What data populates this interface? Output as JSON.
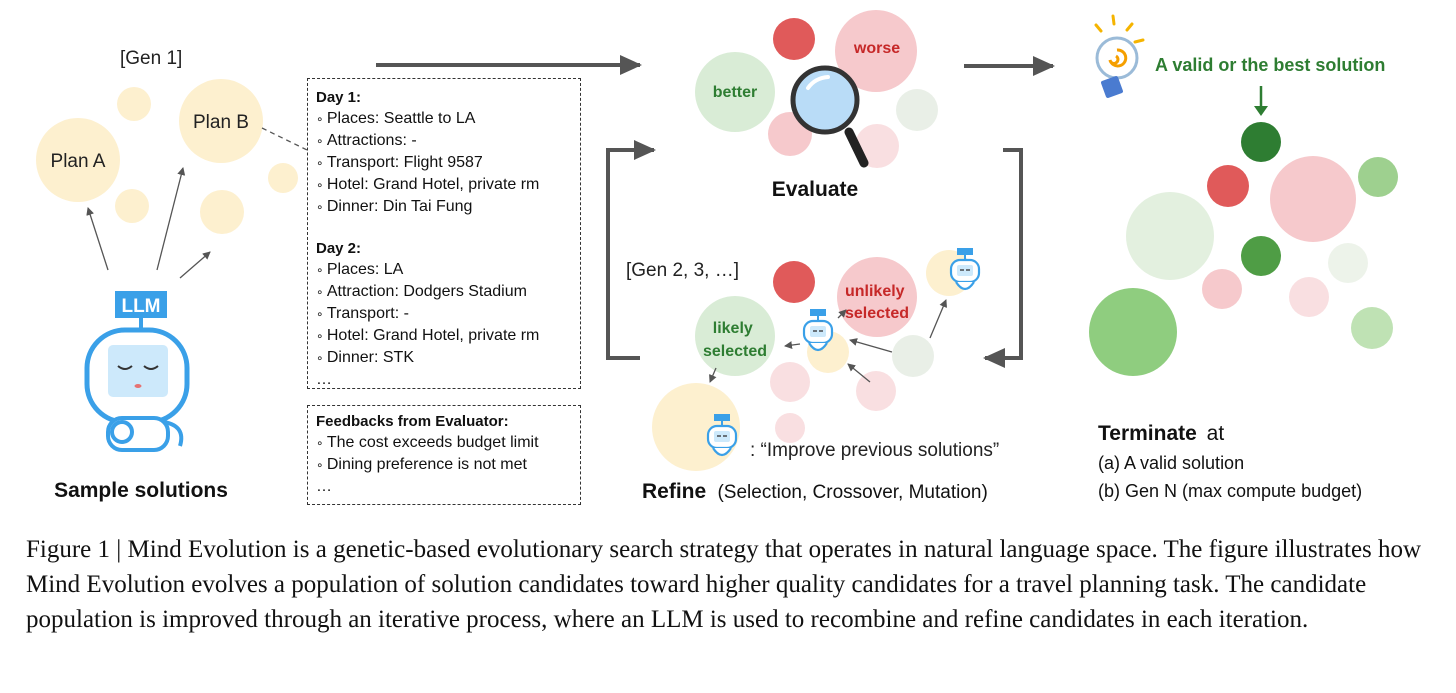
{
  "gen1_label": "[Gen 1]",
  "plan_a": "Plan A",
  "plan_b": "Plan B",
  "llm_label": "LLM",
  "sample_solutions": "Sample solutions",
  "plan_box": {
    "day1_title": "Day 1:",
    "day1_items": [
      "Places: Seattle to LA",
      "Attractions: -",
      "Transport: Flight 9587",
      "Hotel: Grand Hotel, private rm",
      "Dinner: Din Tai Fung"
    ],
    "day2_title": "Day 2:",
    "day2_items": [
      "Places: LA",
      "Attraction: Dodgers Stadium",
      "Transport: -",
      "Hotel: Grand Hotel, private rm",
      "Dinner: STK"
    ],
    "ellipsis": "…"
  },
  "feedback_box": {
    "title": "Feedbacks from Evaluator:",
    "items": [
      "The cost exceeds budget limit",
      "Dining preference is not met"
    ],
    "ellipsis": "…"
  },
  "evaluate": {
    "title": "Evaluate",
    "better": "better",
    "worse": "worse"
  },
  "refine": {
    "gen_label": "[Gen 2, 3, …]",
    "likely_line1": "likely",
    "likely_line2": "selected",
    "unlikely_line1": "unlikely",
    "unlikely_line2": "selected",
    "quote": ": “Improve previous solutions”",
    "title": "Refine",
    "subtitle": "(Selection, Crossover, Mutation)"
  },
  "terminate": {
    "best_solution": "A valid or the best solution",
    "title": "Terminate",
    "at": "at",
    "option_a": "(a) A valid solution",
    "option_b": "(b) Gen N (max compute budget)"
  },
  "caption": "Figure 1 | Mind Evolution is a genetic-based evolutionary search strategy that operates in natural language space. The figure illustrates how Mind Evolution evolves a population of solution candidates toward higher quality candidates for a travel planning task. The candidate population is improved through an iterative process, where an LLM is used to recombine and refine candidates in each iteration.",
  "colors": {
    "yellow_bubble": "#fdf0cf",
    "green_text": "#2e7d32",
    "red_text": "#c62828",
    "robot_blue": "#3aa0e8",
    "arrow_gray": "#555555"
  },
  "icons": [
    "robot-icon",
    "magnifier-icon",
    "lightbulb-icon",
    "arrow-icon"
  ]
}
